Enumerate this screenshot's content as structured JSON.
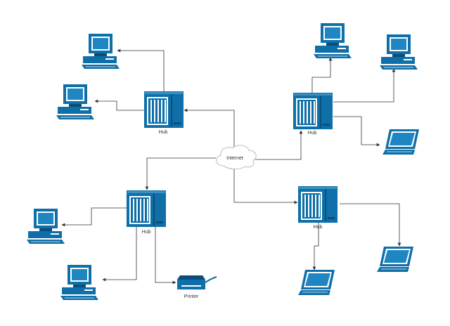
{
  "colors": {
    "device_fill": "#0f6fa8",
    "device_dark": "#0a4f7a",
    "device_screen": "#1f86c4",
    "line": "#333333",
    "background": "#ffffff"
  },
  "icons": {
    "hub": "hub-icon",
    "computer": "desktop-computer-icon",
    "laptop": "laptop-icon",
    "printer": "printer-icon",
    "cloud": "cloud-icon"
  },
  "nodes": {
    "internet": {
      "label": "Internet"
    },
    "hub_top_left": {
      "label": "Hub"
    },
    "hub_top_right": {
      "label": "Hub"
    },
    "hub_bottom_left": {
      "label": "Hub"
    },
    "hub_bottom_right": {
      "label": "Hub"
    },
    "printer": {
      "label": "Printer"
    }
  }
}
